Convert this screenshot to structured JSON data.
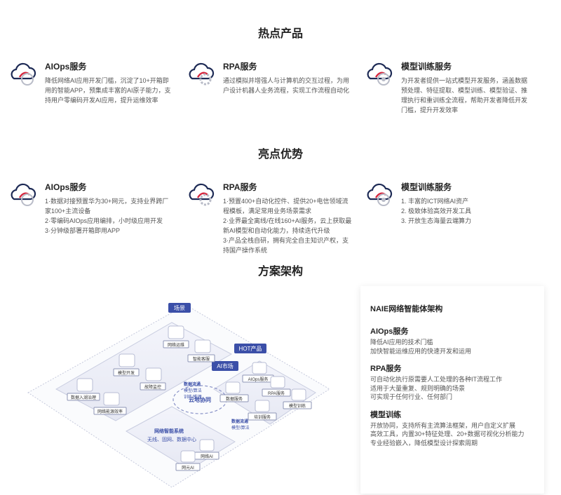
{
  "sections": {
    "hot": "热点产品",
    "advantage": "亮点优势",
    "architecture": "方案架构"
  },
  "hot_products": [
    {
      "title": "AIOps服务",
      "lines": [
        "降低网络AI应用开发门槛，沉淀了10+开箱即",
        "用的智能APP，预集成丰富的AI原子能力，支",
        "持用户零编码开发AI应用，提升运维效率"
      ]
    },
    {
      "title": "RPA服务",
      "lines": [
        "通过模拟并增强人与计算机的交互过程，为用",
        "户设计机器人业务流程，实现工作流程自动化"
      ]
    },
    {
      "title": "模型训练服务",
      "lines": [
        "为开发者提供一站式模型开发服务，涵盖数据",
        "预处理、特征提取、模型训练、模型验证、推",
        "理执行和重训练全流程，帮助开发者降低开发",
        "门槛，提升开发效率"
      ]
    }
  ],
  "advantages": [
    {
      "title": "AIOps服务",
      "lines": [
        "1·数据对接预置华为30+网元，支持业界跨厂",
        "家100+主流设备",
        "2·零编码AIOps应用编排，小时级应用开发",
        "3·分钟级部署开箱即用APP"
      ]
    },
    {
      "title": "RPA服务",
      "lines": [
        "1·预置400+自动化控件、提供20+电信领域流",
        "程模板，满足常用业务场景需求",
        "2·业界最全离线/在线160+AI服务，云上获取最",
        "新AI模型和自动化能力，持续迭代升级",
        "3·产品全栈自研，拥有完全自主知识产权，支",
        "持国产操作系统"
      ]
    },
    {
      "title": "模型训练服务",
      "lines": [
        "1. 丰富的ICT网络AI资产",
        "2. 极致体验高效开发工具",
        "3. 开放生态海量云端算力"
      ]
    }
  ],
  "diagram": {
    "scene_tag": "场景",
    "hot_tag": "HOT产品",
    "ai_market_tag": "AI市场",
    "scene_items": [
      "网络运维",
      "智能客服",
      "模型开发",
      "故障监控",
      "数据入湖治理",
      "网络能源效率"
    ],
    "hot_items": [
      "AIOps服务",
      "数据服务",
      "RPA服务",
      "模型训练",
      "培训服务"
    ],
    "center_label": "云地协同",
    "left_flow": [
      "数据流通",
      "模型/算法",
      "训练/推理"
    ],
    "right_flow": [
      "数据流通",
      "模型/算法"
    ],
    "bottom_title": "网络智能系统",
    "bottom_sub": "无线、固网、数据中心",
    "bottom_items": [
      "网络AI",
      "网元AI"
    ]
  },
  "architecture_panel": {
    "title": "NAIE网络智能体架构",
    "groups": [
      {
        "title": "AIOps服务",
        "lines": [
          "降低AI应用的技术门槛",
          "加快智能运维应用的快速开发和运用"
        ]
      },
      {
        "title": "RPA服务",
        "lines": [
          "可自动化执行原需要人工处理的各种IT流程工作",
          "适用于大量重复、规则明确的场景",
          "可实现于任何行业、任何部门"
        ]
      },
      {
        "title": "模型训练",
        "lines": [
          "开放协同，支持所有主流算法框架，用户自定义扩展",
          "高效工具，内置30+特征处理、20+数据可视化分析能力",
          "专业经验嵌入，降低模型设计探索周期"
        ]
      }
    ]
  },
  "colors": {
    "accent_red": "#d7263d",
    "navy": "#1d2a55",
    "tag_blue": "#3b4fa8"
  }
}
